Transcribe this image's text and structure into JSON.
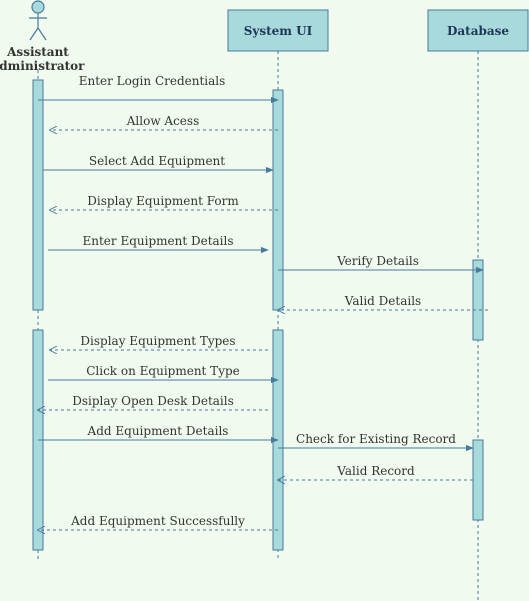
{
  "diagram": {
    "colors": {
      "background": "#f1faee",
      "box_fill": "#a8dadc",
      "line": "#457b9d",
      "text": "#333333"
    },
    "actor": {
      "name_line1": "Assistant",
      "name_line2": "administrator"
    },
    "participants": [
      {
        "id": "system",
        "name": "System UI"
      },
      {
        "id": "database",
        "name": "Database"
      }
    ],
    "messages": [
      {
        "label": "Enter Login Credentials",
        "from": "actor",
        "to": "system",
        "type": "sync"
      },
      {
        "label": "Allow Acess",
        "from": "system",
        "to": "actor",
        "type": "return"
      },
      {
        "label": "Select Add Equipment",
        "from": "actor",
        "to": "system",
        "type": "sync"
      },
      {
        "label": "Display Equipment Form",
        "from": "system",
        "to": "actor",
        "type": "return"
      },
      {
        "label": "Enter Equipment Details",
        "from": "actor",
        "to": "system",
        "type": "sync"
      },
      {
        "label": "Verify Details",
        "from": "system",
        "to": "database",
        "type": "sync"
      },
      {
        "label": "Valid Details",
        "from": "database",
        "to": "system",
        "type": "return"
      },
      {
        "label": "Display Equipment Types",
        "from": "system",
        "to": "actor",
        "type": "return"
      },
      {
        "label": "Click on Equipment Type",
        "from": "actor",
        "to": "system",
        "type": "sync"
      },
      {
        "label": "Dsiplay Open Desk Details",
        "from": "system",
        "to": "actor",
        "type": "return"
      },
      {
        "label": "Add Equipment Details",
        "from": "actor",
        "to": "system",
        "type": "sync"
      },
      {
        "label": "Check for Existing Record",
        "from": "system",
        "to": "database",
        "type": "sync"
      },
      {
        "label": "Valid Record",
        "from": "database",
        "to": "system",
        "type": "return"
      },
      {
        "label": "Add Equipment Successfully",
        "from": "system",
        "to": "actor",
        "type": "return"
      }
    ]
  }
}
